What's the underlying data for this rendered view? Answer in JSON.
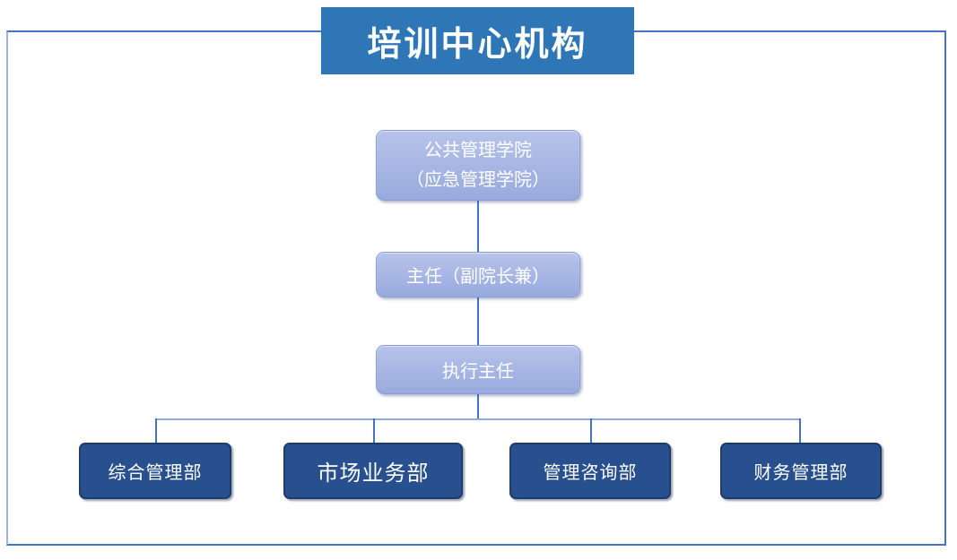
{
  "page": {
    "title": "培训中心机构"
  },
  "org": {
    "root_line1": "公共管理学院",
    "root_line2": "（应急管理学院）",
    "director": "主任（副院长兼）",
    "executive_director": "执行主任",
    "departments": [
      {
        "label": "综合管理部"
      },
      {
        "label": "市场业务部"
      },
      {
        "label": "管理咨询部"
      },
      {
        "label": "财务管理部"
      }
    ]
  },
  "colors": {
    "banner_blue": "#2E76B6",
    "frame_border": "#4472C4",
    "frame_border_light": "#9DB3E3",
    "light_box_top": "#B6C3EA",
    "light_box_mid": "#A6B5E3",
    "light_box_bottom": "#98AADD",
    "light_box_border": "#8B9ED6",
    "dept_blue": "#28508F",
    "dept_border": "#1E3C69",
    "connector_dark": "#4472C4",
    "connector_light": "#8FAADC",
    "text_white": "#FFFFFF"
  }
}
